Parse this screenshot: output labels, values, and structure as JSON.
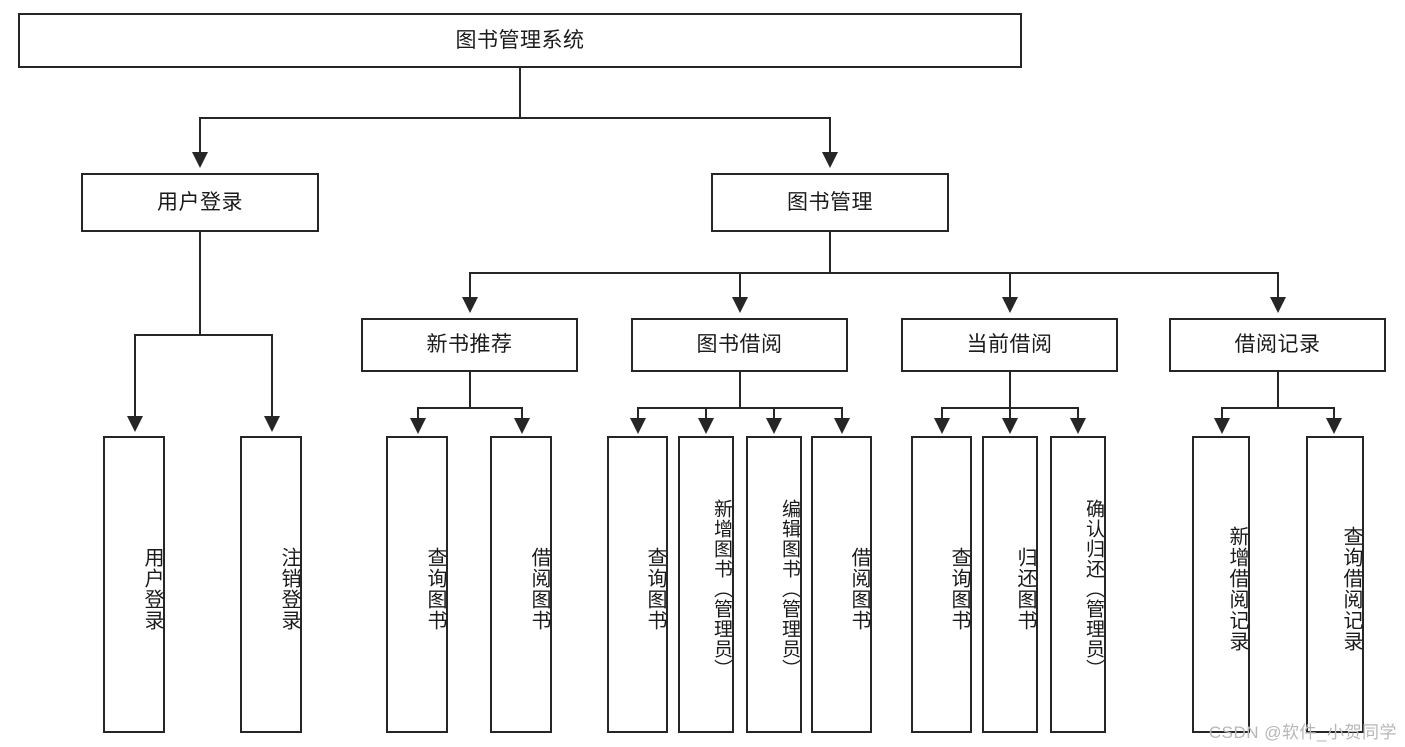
{
  "diagram": {
    "title": "图书管理系统",
    "type": "hierarchy-tree",
    "root": {
      "label": "图书管理系统"
    },
    "level2": [
      {
        "label": "用户登录"
      },
      {
        "label": "图书管理"
      }
    ],
    "level3": [
      {
        "label": "新书推荐"
      },
      {
        "label": "图书借阅"
      },
      {
        "label": "当前借阅"
      },
      {
        "label": "借阅记录"
      }
    ],
    "leaves": {
      "user_login": [
        {
          "label": "用户登录"
        },
        {
          "label": "注销登录"
        }
      ],
      "new_book_recommend": [
        {
          "label": "查询图书"
        },
        {
          "label": "借阅图书"
        }
      ],
      "book_borrow": [
        {
          "label": "查询图书"
        },
        {
          "label": "新增图书（管理员）"
        },
        {
          "label": "编辑图书（管理员）"
        },
        {
          "label": "借阅图书"
        }
      ],
      "current_borrow": [
        {
          "label": "查询图书"
        },
        {
          "label": "归还图书"
        },
        {
          "label": "确认归还（管理员）"
        }
      ],
      "borrow_record": [
        {
          "label": "新增借阅记录"
        },
        {
          "label": "查询借阅记录"
        }
      ]
    }
  },
  "watermark": {
    "text": "CSDN @软件_小贺同学"
  },
  "colors": {
    "stroke": "#262626",
    "fill": "#ffffff",
    "text": "#1b1b1b",
    "watermark": "#b7b7b7"
  }
}
